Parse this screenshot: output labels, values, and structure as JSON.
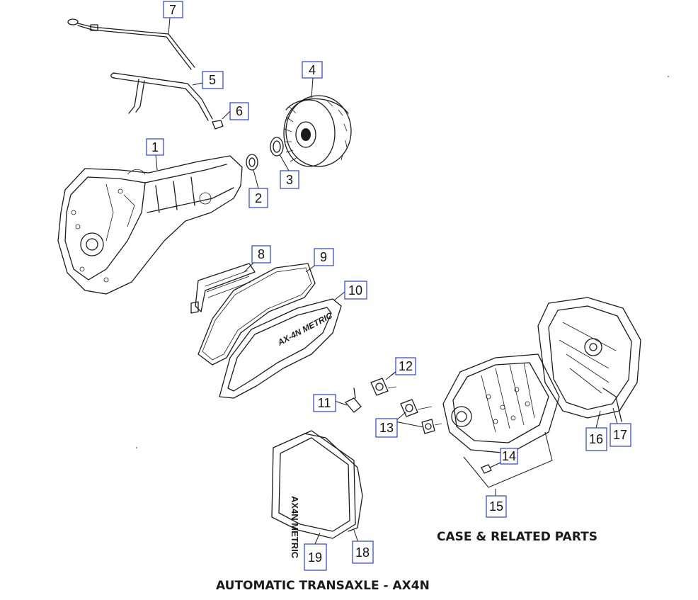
{
  "diagram": {
    "main_title": "AUTOMATIC TRANSAXLE - AX4N",
    "section_title": "CASE & RELATED PARTS",
    "pan_embossing": "AX-4N METRIC",
    "cover_embossing": "AX4N METRIC",
    "callouts": [
      {
        "id": "1",
        "label": "1"
      },
      {
        "id": "2",
        "label": "2"
      },
      {
        "id": "3",
        "label": "3"
      },
      {
        "id": "4",
        "label": "4"
      },
      {
        "id": "5",
        "label": "5"
      },
      {
        "id": "6",
        "label": "6"
      },
      {
        "id": "7",
        "label": "7"
      },
      {
        "id": "8",
        "label": "8"
      },
      {
        "id": "9",
        "label": "9"
      },
      {
        "id": "10",
        "label": "10"
      },
      {
        "id": "11",
        "label": "11"
      },
      {
        "id": "12",
        "label": "12"
      },
      {
        "id": "13",
        "label": "13"
      },
      {
        "id": "14",
        "label": "14"
      },
      {
        "id": "15",
        "label": "15"
      },
      {
        "id": "16",
        "label": "16"
      },
      {
        "id": "17",
        "label": "17"
      },
      {
        "id": "18",
        "label": "18"
      },
      {
        "id": "19",
        "label": "19"
      }
    ],
    "colors": {
      "callout_border": "#2b3fd0",
      "ink": "#1a1a1a",
      "background": "#ffffff"
    }
  }
}
